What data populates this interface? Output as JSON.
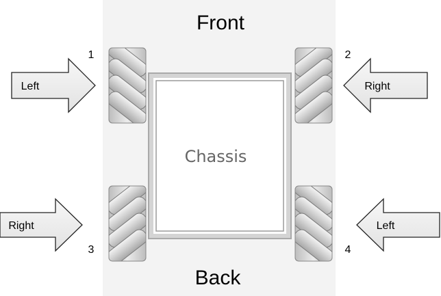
{
  "labels": {
    "front": "Front",
    "back": "Back",
    "chassis": "Chassis"
  },
  "wheels": [
    {
      "number": "1"
    },
    {
      "number": "2"
    },
    {
      "number": "3"
    },
    {
      "number": "4"
    }
  ],
  "arrows": [
    {
      "text": "Left",
      "points": "right"
    },
    {
      "text": "Right",
      "points": "left"
    },
    {
      "text": "Right",
      "points": "right"
    },
    {
      "text": "Left",
      "points": "left"
    }
  ],
  "colors": {
    "background_panel": "#f3f3f3",
    "wheel_fill": "#d8d8d8",
    "roller_fill": "#cfcfcf",
    "chassis_frame": "#c8c8c8",
    "arrow_fill": "#f0f0f0",
    "stroke": "#333333"
  }
}
